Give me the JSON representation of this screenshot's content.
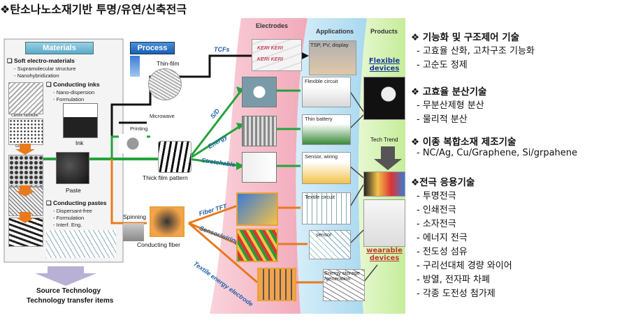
{
  "title": "❖탄소나노소재기반 투명/유연/신축전극",
  "sections": {
    "materials": "Materials",
    "process": "Process",
    "electrodes": "Electrodes",
    "applications": "Applications",
    "products": "Products"
  },
  "materials": {
    "soft_head": "❑ Soft electro-materials",
    "soft_items": [
      "- Supramolecular structure",
      "- Nanohybridization"
    ],
    "inks_head": "❑ Conducting inks",
    "inks_items": [
      "- Nano-dispersion",
      "- Formulation"
    ],
    "pastes_head": "❑ Conducting pastes",
    "pastes_items": [
      "- Dispersant-free",
      "- Formulation",
      "- Interf. Eng."
    ],
    "cnt_label": "Carbon nanotube",
    "graphene_label": "Graphene",
    "ink": "Ink",
    "paste": "Paste"
  },
  "process": {
    "thin_film": "Thin-film",
    "microwave": "Microwave",
    "printing": "Printing",
    "thick_film": "Thick film pattern",
    "spinning": "Spinning",
    "conducting_fiber": "Conducting fiber"
  },
  "electrodes": {
    "tcfs": "TCFs",
    "sd": "S/D",
    "energy": "Energy",
    "stretchable": "Stretchable",
    "fiber_tft": "Fiber TFT",
    "sensor_wiring": "Sensor/wiring",
    "textile_energy": "Textile energy electrode"
  },
  "applications": {
    "tsp": "TSP, PV, display",
    "flexible_circuit": "Flexible circuit",
    "thin_battery": "Thin battery",
    "sensor_wiring": "Sensor, wiring",
    "textile_circuit": "Textile circuit",
    "sensor": "sensor",
    "energy_storage": "Energy storage /generation"
  },
  "products": {
    "flexible": "Flexible devices",
    "tech_trend": "Tech Trend",
    "wearable": "wearable devices"
  },
  "bottom": {
    "line1": "Source Technology",
    "line2": "Technology transfer items"
  },
  "right": {
    "h1": "❖ 기능화  및 구조제어 기술",
    "h1_items": [
      "- 고효율 산화, 고차구조 기능화",
      "- 고순도 정제"
    ],
    "h2": "❖ 고효율 분산기술",
    "h2_items": [
      "- 무분산제형 분산",
      "- 물리적 분산"
    ],
    "h3": "❖ 이종 복합소재 제조기술",
    "h3_items": [
      "- NC/Ag, Cu/Graphene, Si/grpahene"
    ],
    "h4": "❖전극 응용기술",
    "h4_items": [
      "- 투명전극",
      "- 인쇄전극",
      "- 소자전극",
      "- 에너지 전극",
      "- 전도성 섬유",
      "- 구리선대체 경량 와이어",
      "- 방열, 전자파 차폐",
      "- 각종 도전성 첨가제"
    ]
  },
  "colors": {
    "green_line": "#22a33a",
    "orange_line": "#e87a1e",
    "black_line": "#111111",
    "electrode_band": "#f7c6d0",
    "app_band": "#bfe3f5",
    "product_band": "#d7f3b4"
  }
}
